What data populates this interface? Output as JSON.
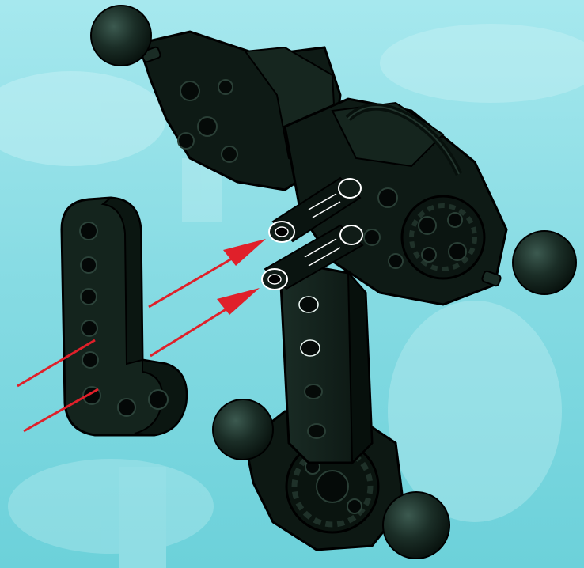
{
  "scene": {
    "kind": "building-instruction-step",
    "colors": {
      "background_top": "#9ee6ec",
      "background_bottom": "#62cdd8",
      "part": "#0f1c17",
      "part_highlight": "#24382f",
      "outline": "#000000",
      "pin_edge": "#ffffff",
      "arrow": "#e0202a"
    },
    "parts": [
      {
        "name": "upper-body-assembly",
        "color": "black"
      },
      {
        "name": "lower-leg-assembly",
        "color": "black"
      },
      {
        "name": "l-shaped-beam",
        "color": "black"
      },
      {
        "name": "connector-pin-upper",
        "color": "black"
      },
      {
        "name": "connector-pin-lower",
        "color": "black"
      },
      {
        "name": "ball-joint-top-left",
        "color": "black"
      },
      {
        "name": "ball-joint-right",
        "color": "black"
      },
      {
        "name": "ball-joint-bottom-left",
        "color": "black"
      },
      {
        "name": "ball-joint-bottom",
        "color": "black"
      }
    ],
    "arrows": [
      {
        "name": "assembly-arrow-upper",
        "color": "red"
      },
      {
        "name": "assembly-arrow-lower",
        "color": "red"
      }
    ]
  }
}
